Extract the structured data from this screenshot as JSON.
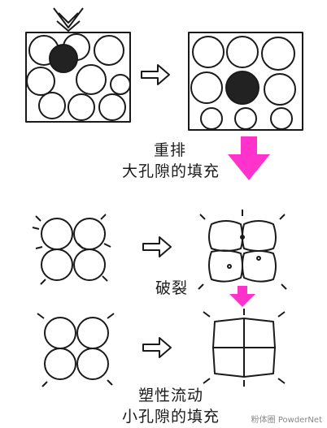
{
  "steps": {
    "rearrange": {
      "line1": "重排",
      "line2": "大孔隙的填充"
    },
    "fracture": {
      "label": "破裂"
    },
    "plastic_flow": {
      "line1": "塑性流动",
      "line2": "小孔隙的填充"
    }
  },
  "watermark": "粉体圈 PowderNet",
  "colors": {
    "ink": "#1a1a1a",
    "accent": "#ff33cc",
    "fill_dark": "#222222"
  }
}
